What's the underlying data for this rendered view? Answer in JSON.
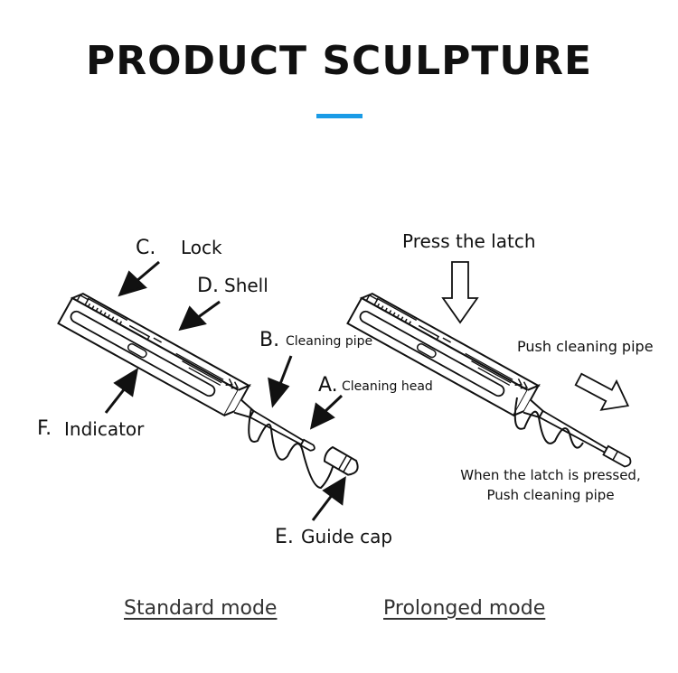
{
  "title": "PRODUCT SCULPTURE",
  "accent_color": "#1a9be6",
  "standard": {
    "labels": {
      "c_letter": "C.",
      "c_text": "Lock",
      "d_letter": "D.",
      "d_text": "Shell",
      "b_letter": "B.",
      "b_text": "Cleaning pipe",
      "a_letter": "A.",
      "a_text": "Cleaning head",
      "f_letter": "F.",
      "f_text": "Indicator",
      "e_letter": "E.",
      "e_text": "Guide cap"
    },
    "mode_label": "Standard mode"
  },
  "prolonged": {
    "press_label": "Press the latch",
    "push_label": "Push cleaning pipe",
    "note_line1": "When the latch is pressed,",
    "note_line2": "Push cleaning pipe",
    "mode_label": "Prolonged mode"
  }
}
